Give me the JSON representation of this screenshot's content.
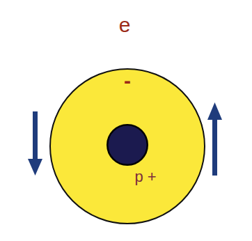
{
  "diagram": {
    "nodes": [
      {
        "text": [
          "-"
        ]
      },
      {
        "text": [
          "p +"
        ],
        "in": 0
      }
    ],
    "labels": [
      "e"
    ]
  }
}
